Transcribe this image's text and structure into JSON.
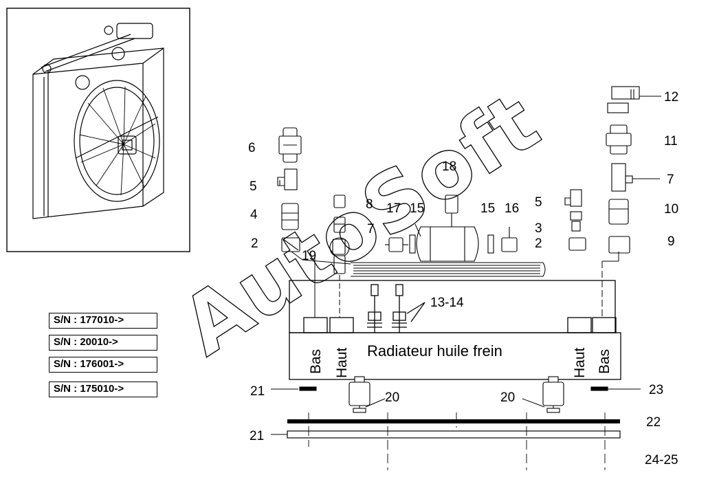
{
  "watermark": "AutoSoft",
  "panel_title": "Radiateur huile frein",
  "side_labels": {
    "left_bas": "Bas",
    "left_haut": "Haut",
    "right_haut": "Haut",
    "right_bas": "Bas"
  },
  "serials": [
    "S/N : 177010->",
    "S/N : 20010->",
    "S/N : 176001->",
    "S/N : 175010->"
  ],
  "callouts": {
    "c6": "6",
    "c5": "5",
    "c4": "4",
    "c2": "2",
    "c19": "19",
    "c8": "8",
    "c7": "7",
    "c17": "17",
    "c15a": "15",
    "c18": "18",
    "c15b": "15",
    "c16": "16",
    "c5b": "5",
    "c3": "3",
    "c2b": "2",
    "c12": "12",
    "c11": "11",
    "c7b": "7",
    "c10": "10",
    "c9": "9",
    "c1314": "13-14",
    "c21a": "21",
    "c20a": "20",
    "c20b": "20",
    "c23": "23",
    "c22": "22",
    "c21b": "21",
    "c2425": "24-25"
  },
  "colors": {
    "line": "#000000",
    "watermark_stroke": "#000000"
  }
}
